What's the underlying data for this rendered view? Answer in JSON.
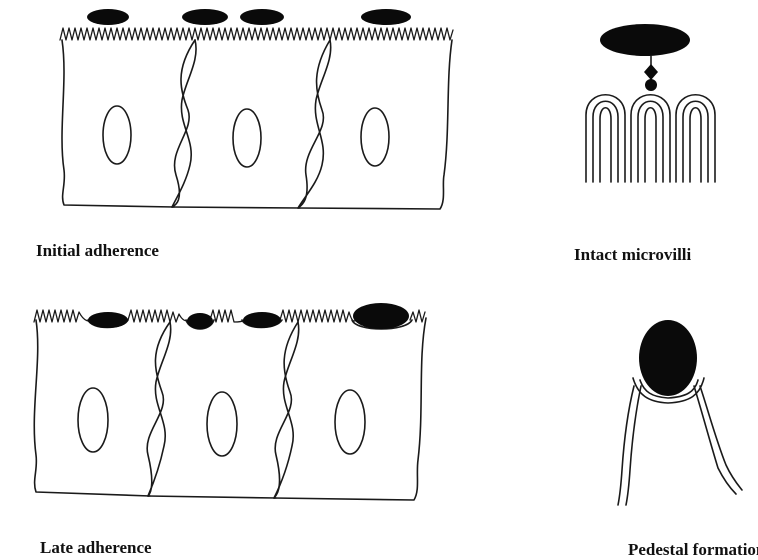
{
  "captions": {
    "initial_adherence": "Initial adherence",
    "intact_microvilli": "Intact microvilli",
    "late_adherence": "Late adherence",
    "pedestal_formation": "Pedestal formation"
  },
  "colors": {
    "line": "#1a1a1a",
    "bacterium": "#0a0a0a",
    "background": "#ffffff"
  }
}
